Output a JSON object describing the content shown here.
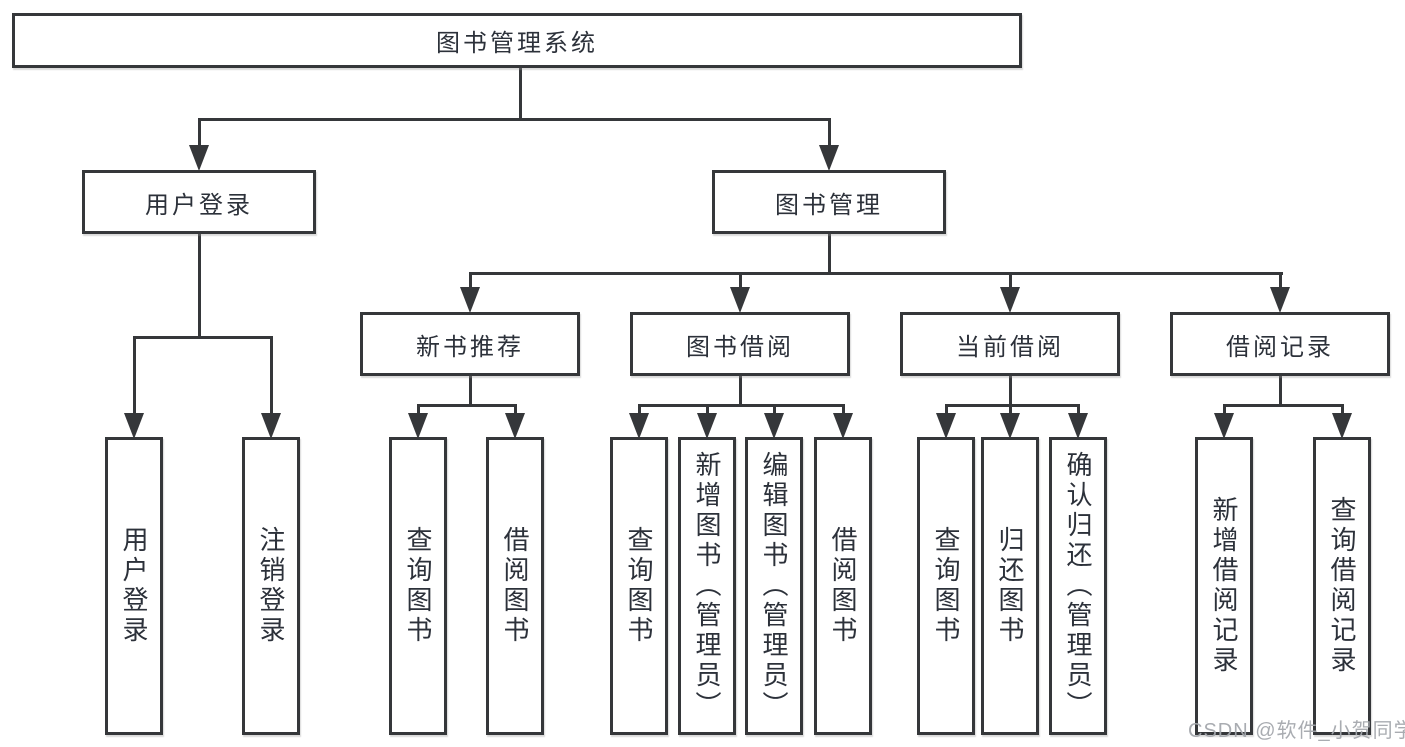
{
  "title": {
    "label": "图书管理系统"
  },
  "branches": {
    "user_login": {
      "label": "用户登录",
      "children": [
        {
          "label": "用户登录"
        },
        {
          "label": "注销登录"
        }
      ]
    },
    "book_management": {
      "label": "图书管理",
      "sections": [
        {
          "label": "新书推荐",
          "children": [
            {
              "label": "查询图书"
            },
            {
              "label": "借阅图书"
            }
          ]
        },
        {
          "label": "图书借阅",
          "children": [
            {
              "label": "查询图书"
            },
            {
              "label": "新增图书（管理员）"
            },
            {
              "label": "编辑图书（管理员）"
            },
            {
              "label": "借阅图书"
            }
          ]
        },
        {
          "label": "当前借阅",
          "children": [
            {
              "label": "查询图书"
            },
            {
              "label": "归还图书"
            },
            {
              "label": "确认归还（管理员）"
            }
          ]
        },
        {
          "label": "借阅记录",
          "children": [
            {
              "label": "新增借阅记录"
            },
            {
              "label": "查询借阅记录"
            }
          ]
        }
      ]
    }
  },
  "watermark": {
    "text": "CSDN @软件_小贺同学"
  },
  "colors": {
    "line": "#35373a",
    "text": "#2c313a",
    "box_background": "#ffffff",
    "page_background": "#ffffff",
    "watermark": "#a4a8ad"
  }
}
